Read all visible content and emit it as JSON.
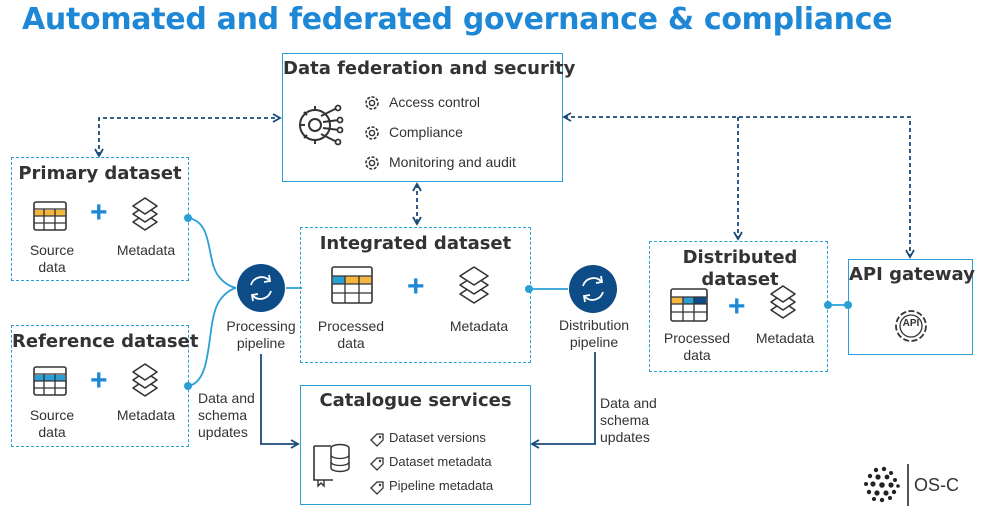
{
  "title": "Automated and federated governance & compliance",
  "federation": {
    "title": "Data federation and security",
    "items": [
      "Access control",
      "Compliance",
      "Monitoring and audit"
    ]
  },
  "primary": {
    "title": "Primary dataset",
    "source": "Source data",
    "metadata": "Metadata"
  },
  "reference": {
    "title": "Reference dataset",
    "source": "Source data",
    "metadata": "Metadata"
  },
  "integrated": {
    "title": "Integrated dataset",
    "processed": "Processed data",
    "metadata": "Metadata"
  },
  "distributed": {
    "title": "Distributed dataset",
    "processed": "Processed data",
    "metadata": "Metadata"
  },
  "api": {
    "title": "API gateway",
    "icon_label": "API"
  },
  "processing": {
    "label": "Processing pipeline",
    "updates": "Data and schema updates"
  },
  "distribution": {
    "label": "Distribution pipeline",
    "updates": "Data and schema updates"
  },
  "catalogue": {
    "title": "Catalogue services",
    "items": [
      "Dataset versions",
      "Dataset metadata",
      "Pipeline metadata"
    ]
  },
  "logo": {
    "text": "OS-C"
  },
  "colors": {
    "accent": "#1e88d6",
    "box_border": "#2a9fd6",
    "dark": "#1a4a78",
    "pipeline": "#0d4c86"
  }
}
